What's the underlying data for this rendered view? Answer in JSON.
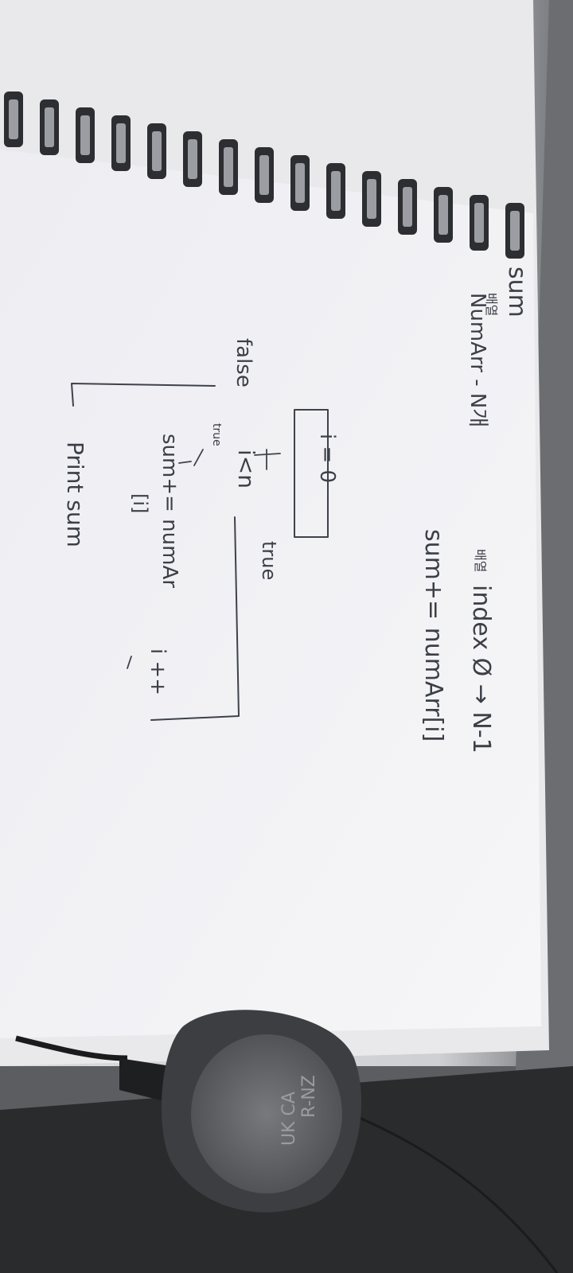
{
  "photo": {
    "subject": "spiral notebook page with handwritten flowchart",
    "notes": {
      "title": "sum",
      "array_label": "배열",
      "array_line": "NumArr - N개",
      "loop_label": "배열",
      "loop_line": "index Ø → N-1",
      "loop_body": "sum+= numArr[i]",
      "init_box": "i = 0",
      "condition": "i<n",
      "true_small": "true",
      "true_right": "true",
      "false_label": "false",
      "body_line1": "sum+= numAr",
      "body_line2": "[i]",
      "increment": "i ++",
      "output": "Print sum"
    },
    "case_markings": [
      "UK CA",
      "R-NZ"
    ]
  }
}
